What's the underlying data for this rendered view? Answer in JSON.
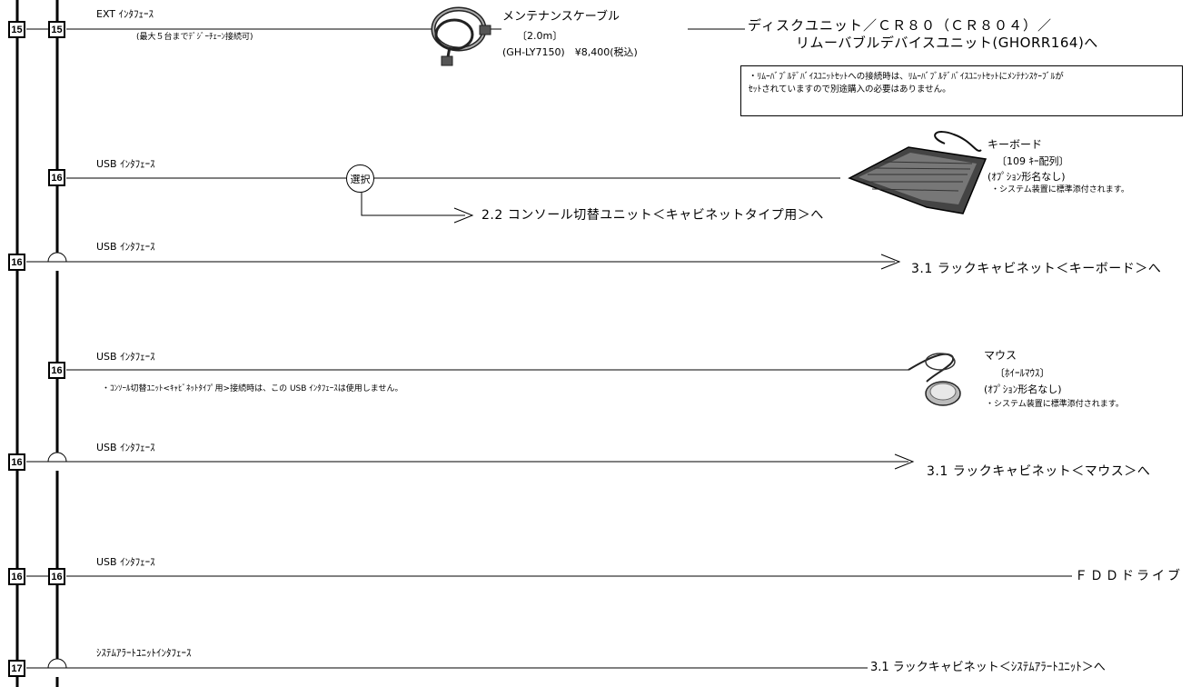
{
  "ports": {
    "row1_left": "15",
    "row1_right": "15",
    "row2_right": "16",
    "row3_left": "16",
    "row4_right": "16",
    "row5_left": "16",
    "row6_left": "16",
    "row6_right": "16",
    "row7_left": "17"
  },
  "rows": {
    "ext": {
      "label": "EXT ｲﾝﾀﾌｪｰｽ",
      "sublabel": "(最大５台までﾃﾞｼﾞｰﾁｪｰﾝ接続可)",
      "cable_name": "メンテナンスケーブル",
      "cable_length": "〔2.0m〕",
      "cable_model_price": "(GH-LY7150)　¥8,400(税込)",
      "dest_line1": "ディスクユニット／ＣＲ８０（ＣＲ８０４）／",
      "dest_line2": "リムーバブルデバイスユニット(GHORR164)へ",
      "note_line1": "・ﾘﾑｰﾊﾞﾌﾞﾙﾃﾞﾊﾞｲｽﾕﾆｯﾄｾｯﾄへの接続時は、ﾘﾑｰﾊﾞﾌﾞﾙﾃﾞﾊﾞｲｽﾕﾆｯﾄｾｯﾄにﾒﾝﾃﾅﾝｽｹｰﾌﾞﾙが",
      "note_line2": "ｾｯﾄされていますので別途購入の必要はありません。"
    },
    "keyboard": {
      "label": "USB ｲﾝﾀﾌｪｰｽ",
      "select_label": "選択",
      "console_link": "2.2 コンソール切替ユニット＜キャビネットタイプ用＞へ",
      "device_name": "キーボード",
      "device_spec": "〔109 ｷｰ配列〕",
      "device_option": "(ｵﾌﾟｼｮﾝ形名なし)",
      "device_note": "・システム装置に標準添付されます。"
    },
    "rack_keyboard": {
      "label": "USB ｲﾝﾀﾌｪｰｽ",
      "dest": "3.1 ラックキャビネット＜キーボード＞へ"
    },
    "mouse": {
      "label": "USB ｲﾝﾀﾌｪｰｽ",
      "note": "・ｺﾝｿｰﾙ切替ﾕﾆｯﾄ<ｷｬﾋﾞﾈｯﾄﾀｲﾌﾟ用>接続時は、この USB ｲﾝﾀﾌｪｰｽは使用しません。",
      "device_name": "マウス",
      "device_spec": "〔ﾎｲｰﾙﾏｳｽ〕",
      "device_option": "(ｵﾌﾟｼｮﾝ形名なし)",
      "device_note": "・システム装置に標準添付されます。"
    },
    "rack_mouse": {
      "label": "USB ｲﾝﾀﾌｪｰｽ",
      "dest": "3.1 ラックキャビネット＜マウス＞へ"
    },
    "fdd": {
      "label": "USB ｲﾝﾀﾌｪｰｽ",
      "dest": "ＦＤＤドライブ"
    },
    "alarm": {
      "label": "ｼｽﾃﾑｱﾗｰﾄﾕﾆｯﾄｲﾝﾀﾌｪｰｽ",
      "dest": "3.1 ラックキャビネット＜ｼｽﾃﾑｱﾗｰﾄﾕﾆｯﾄ＞へ"
    }
  }
}
